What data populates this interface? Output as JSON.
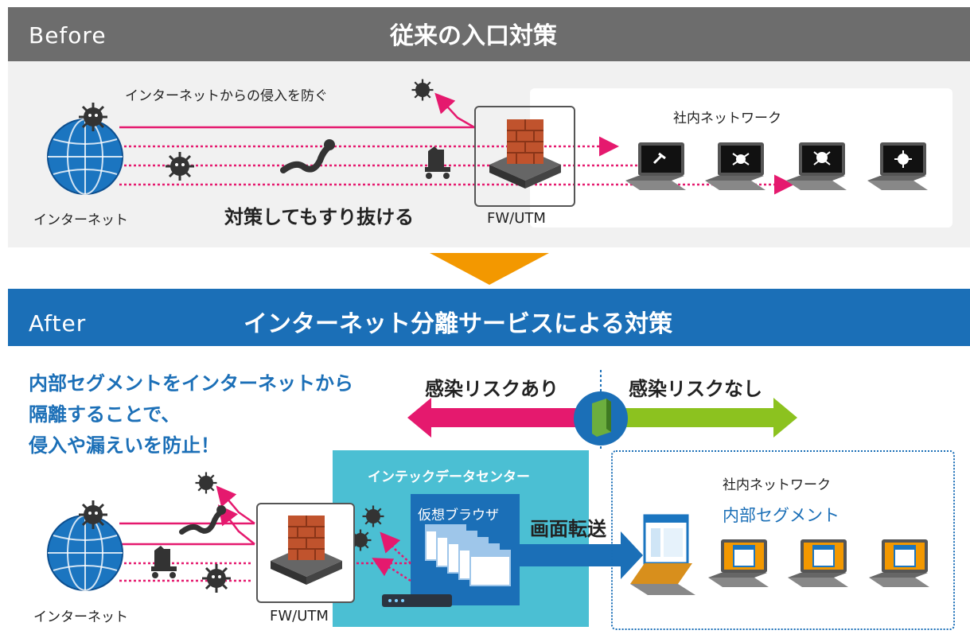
{
  "before": {
    "tag": "Before",
    "title": "従来の入口対策",
    "intrusion_note": "インターネットからの侵入を防ぐ",
    "internet_label": "インターネット",
    "slip_through": "対策してもすり抜ける",
    "fw_label": "FW/UTM",
    "network_label": "社内ネットワーク"
  },
  "after": {
    "tag": "After",
    "title": "インターネット分離サービスによる対策",
    "message_lines": [
      "内部セグメントをインターネットから",
      "隔離することで、",
      "侵入や漏えいを防止！"
    ],
    "risk_yes": "感染リスクあり",
    "risk_no": "感染リスクなし",
    "datacenter_label": "インテックデータセンター",
    "virtual_browser": "仮想ブラウザ",
    "screen_transfer": "画面転送",
    "network_label": "社内ネットワーク",
    "segment_label": "内部セグメント",
    "internet_label": "インターネット",
    "fw_label": "FW/UTM"
  },
  "colors": {
    "before_header": "#6d6d6d",
    "after_header": "#1b6fb7",
    "risk_magenta": "#e5196e",
    "safe_green": "#8cc21f",
    "datacenter_teal": "#4bbfd3",
    "transition_orange": "#f39800"
  }
}
